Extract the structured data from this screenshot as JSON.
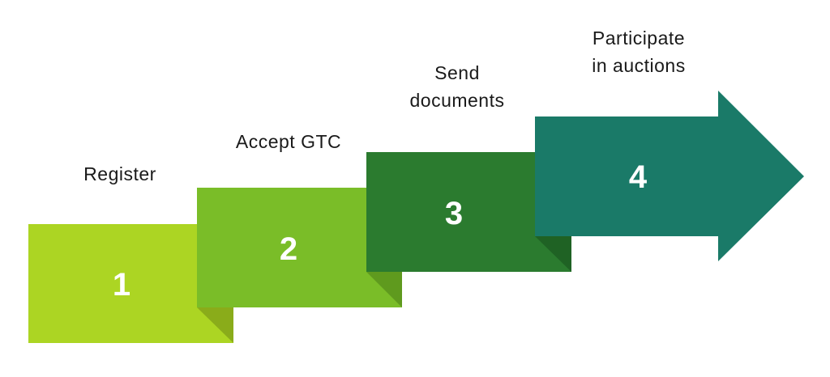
{
  "steps": [
    {
      "number": "1",
      "label_lines": [
        "Register"
      ],
      "color": "#acd523",
      "shadow": "#8aac1a",
      "number_color": "#ffffff"
    },
    {
      "number": "2",
      "label_lines": [
        "Accept GTC"
      ],
      "color": "#7abd28",
      "shadow": "#5f9a1e",
      "number_color": "#ffffff"
    },
    {
      "number": "3",
      "label_lines": [
        "Send",
        "documents"
      ],
      "color": "#2b7b2f",
      "shadow": "#1f6224",
      "number_color": "#ffffff"
    },
    {
      "number": "4",
      "label_lines": [
        "Participate",
        "in auctions"
      ],
      "color": "#1a7a68",
      "shadow": "#146356",
      "number_color": "#ffffff"
    }
  ]
}
